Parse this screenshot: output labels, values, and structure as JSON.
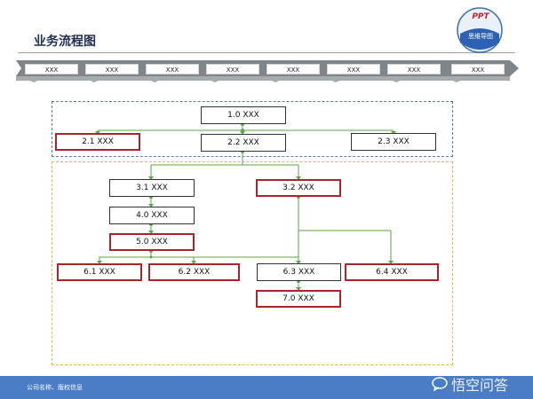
{
  "header": {
    "title": "业务流程图"
  },
  "logo": {
    "mark": "PPT",
    "caption": "思维导图"
  },
  "timeline": {
    "labels": [
      "XXX",
      "XXX",
      "XXX",
      "XXX",
      "XXX",
      "XXX",
      "XXX",
      "XXX"
    ]
  },
  "nodes": {
    "n1_0": "1.0 XXX",
    "n2_1": "2.1 XXX",
    "n2_2": "2.2 XXX",
    "n2_3": "2.3 XXX",
    "n3_1": "3.1 XXX",
    "n3_2": "3.2 XXX",
    "n4_0": "4.0 XXX",
    "n5_0": "5.0 XXX",
    "n6_1": "6.1 XXX",
    "n6_2": "6.2 XXX",
    "n6_3": "6.3 XXX",
    "n6_4": "6.4 XXX",
    "n7_0": "7.0 XXX"
  },
  "footer": {
    "text": "公司名称、版权信息"
  },
  "watermark": {
    "text": "悟空问答"
  },
  "colors": {
    "connector": "#5aa64a",
    "highlight_border": "#a8262a",
    "footer": "#4a7dc6"
  }
}
